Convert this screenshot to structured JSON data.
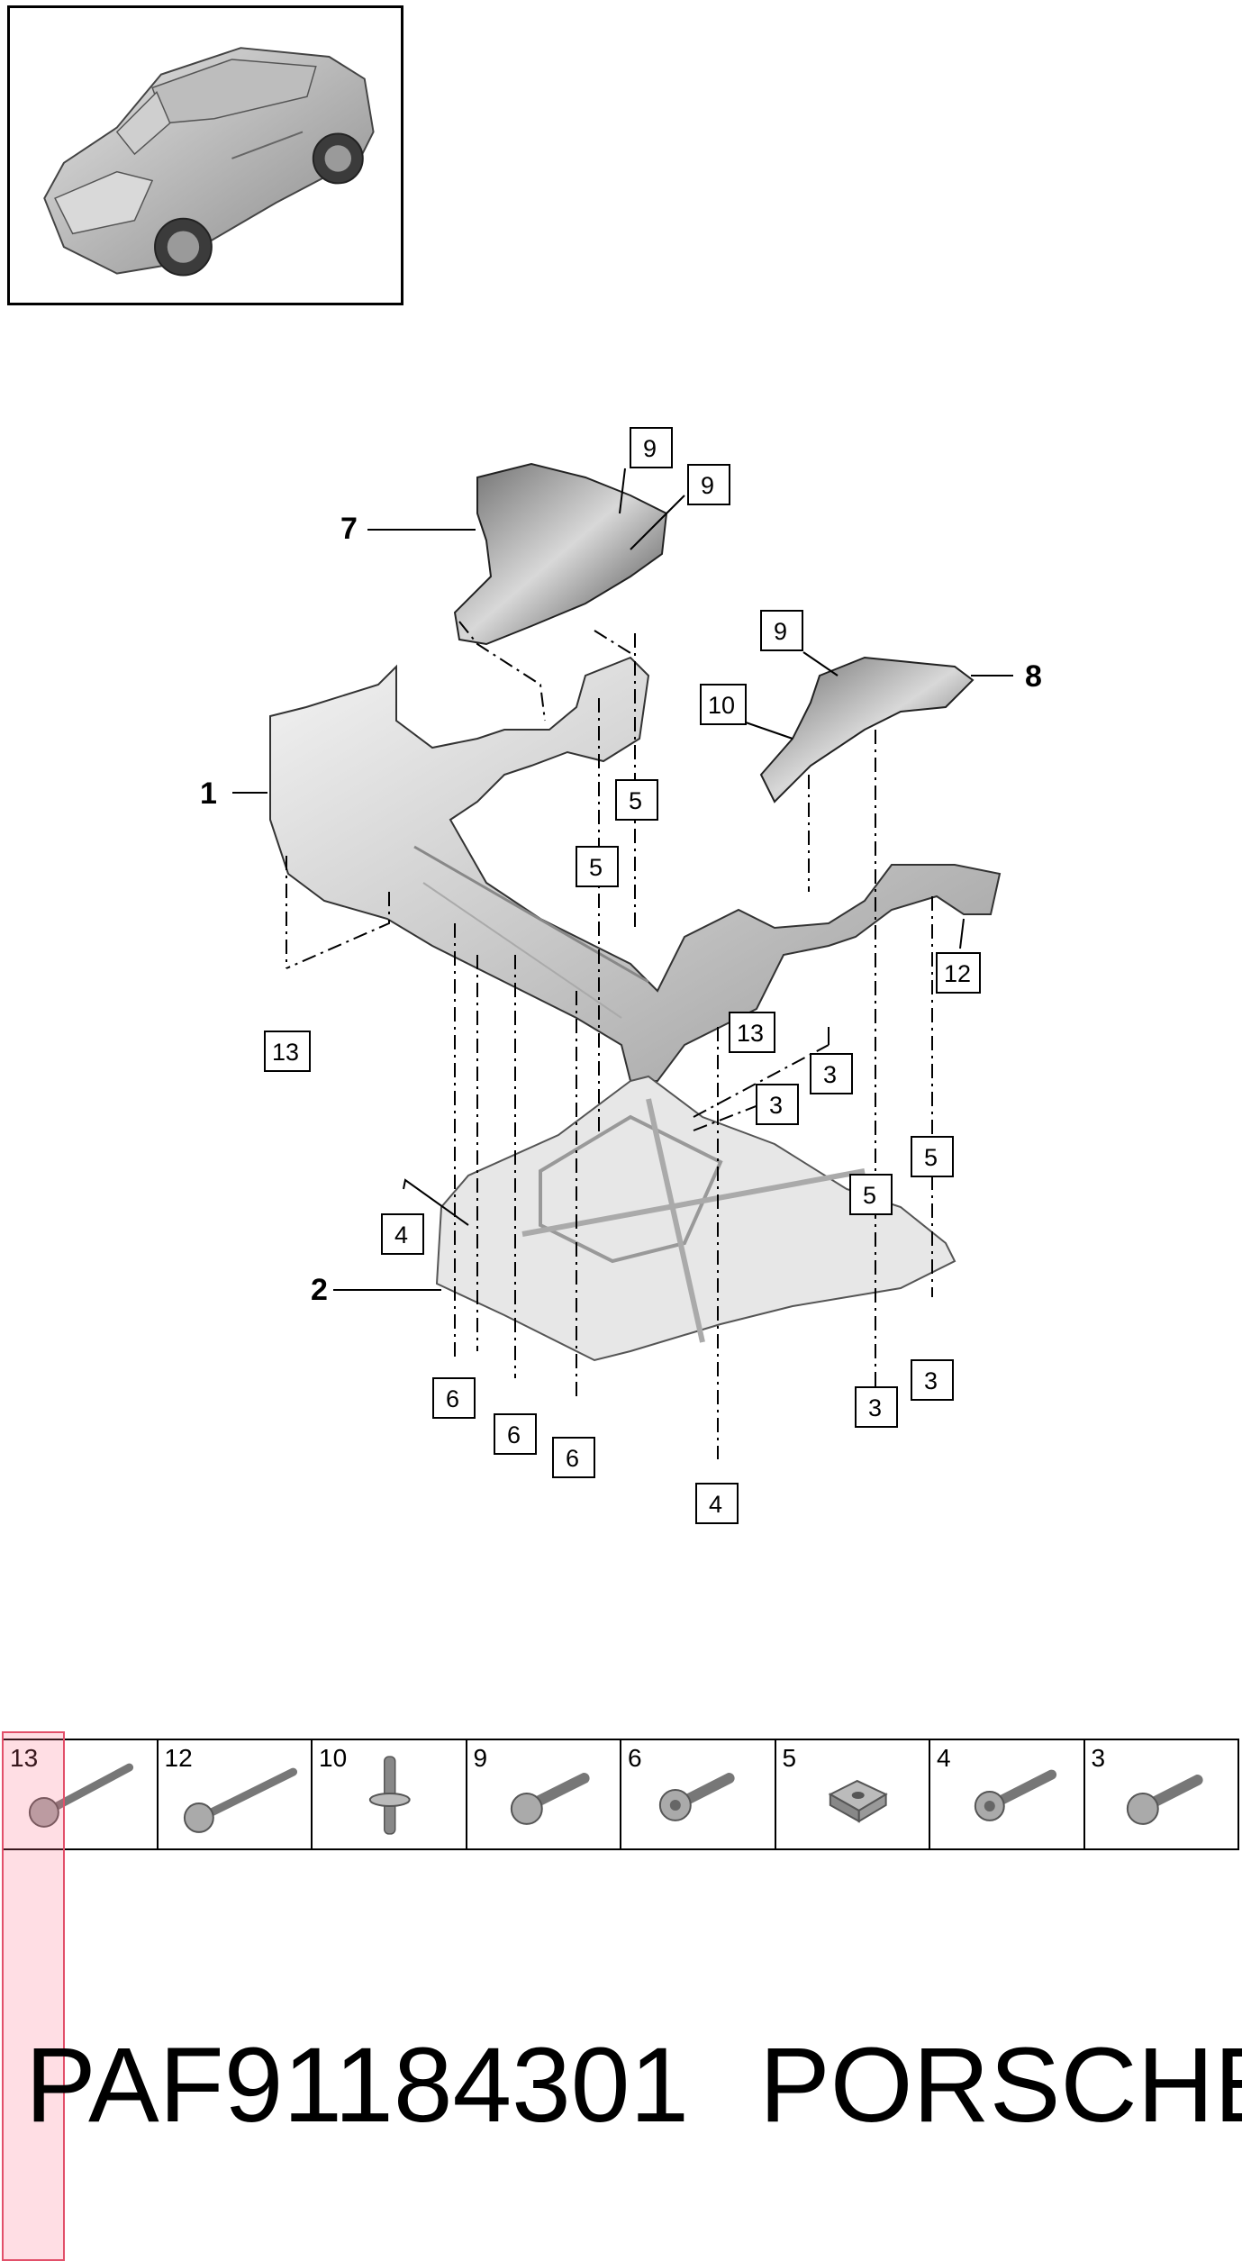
{
  "diagram": {
    "main_labels": [
      {
        "id": "1",
        "text": "1"
      },
      {
        "id": "2",
        "text": "2"
      },
      {
        "id": "7",
        "text": "7"
      },
      {
        "id": "8",
        "text": "8"
      }
    ],
    "callouts": [
      "9",
      "9",
      "9",
      "10",
      "5",
      "5",
      "12",
      "13",
      "3",
      "3",
      "13",
      "4",
      "5",
      "5",
      "6",
      "6",
      "6",
      "3",
      "3",
      "4"
    ]
  },
  "parts_strip": {
    "cells": [
      {
        "number": "13",
        "icon": "long-flange-bolt-icon"
      },
      {
        "number": "12",
        "icon": "long-hex-bolt-icon"
      },
      {
        "number": "10",
        "icon": "stud-bolt-icon"
      },
      {
        "number": "9",
        "icon": "flange-bolt-icon"
      },
      {
        "number": "6",
        "icon": "torx-bolt-icon"
      },
      {
        "number": "5",
        "icon": "square-nut-icon"
      },
      {
        "number": "4",
        "icon": "torx-bolt-icon"
      },
      {
        "number": "3",
        "icon": "flange-bolt-icon"
      }
    ]
  },
  "footer": {
    "part_number": "PAF91184301",
    "brand": "PORSCHE"
  },
  "colors": {
    "highlight": "#e2506a",
    "metal": "#c8c8c8",
    "dark_metal": "#5a5a5a"
  }
}
